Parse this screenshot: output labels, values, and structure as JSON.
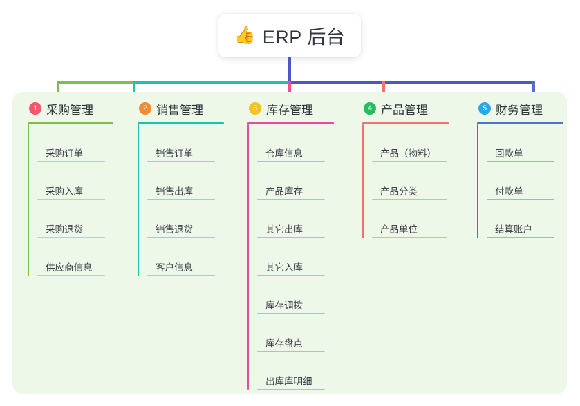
{
  "root": {
    "icon": "thumbs-up-icon",
    "icon_glyph": "👍",
    "label": "ERP 后台"
  },
  "palette": {
    "panel_background": "#eef8e9",
    "page_background": "#ffffff",
    "trunk": "#4f57c4",
    "title_text": "#31353f"
  },
  "connector_bar": {
    "segments": [
      {
        "name": "segment-green",
        "color": "#7fbd4c"
      },
      {
        "name": "segment-teal",
        "color": "#17c5ae"
      },
      {
        "name": "segment-indigo",
        "color": "#4f57c4"
      }
    ],
    "drops": [
      {
        "name": "drop-purchasing",
        "color": "#7fbd4c"
      },
      {
        "name": "drop-sales",
        "color": "#17c5ae"
      },
      {
        "name": "drop-inventory",
        "color": "#ef4e8e"
      },
      {
        "name": "drop-product",
        "color": "#f2706e"
      },
      {
        "name": "drop-finance",
        "color": "#4f72c4"
      }
    ]
  },
  "columns": [
    {
      "number": "1",
      "title": "采购管理",
      "badge_color": "#f8566d",
      "line_color": "#7fbd4c",
      "item_line_color": "#b6db95",
      "items": [
        "采购订单",
        "采购入库",
        "采购退货",
        "供应商信息"
      ]
    },
    {
      "number": "2",
      "title": "销售管理",
      "badge_color": "#f18b34",
      "line_color": "#17c5ae",
      "item_line_color": "#85dcd0",
      "items": [
        "销售订单",
        "销售出库",
        "销售退货",
        "客户信息"
      ]
    },
    {
      "number": "3",
      "title": "库存管理",
      "badge_color": "#f5c124",
      "line_color": "#ea49a0",
      "item_line_color": "#f0a0c8",
      "items": [
        "仓库信息",
        "产品库存",
        "其它出库",
        "其它入库",
        "库存调拨",
        "库存盘点",
        "出库库明细"
      ]
    },
    {
      "number": "4",
      "title": "产品管理",
      "badge_color": "#27bd5e",
      "line_color": "#f2706e",
      "item_line_color": "#f5a9a4",
      "items": [
        "产品（物料）",
        "产品分类",
        "产品单位"
      ]
    },
    {
      "number": "5",
      "title": "财务管理",
      "badge_color": "#2aa8e0",
      "line_color": "#4f72c4",
      "item_line_color": "#9fb3e0",
      "items": [
        "回款单",
        "付款单",
        "结算账户"
      ]
    }
  ]
}
